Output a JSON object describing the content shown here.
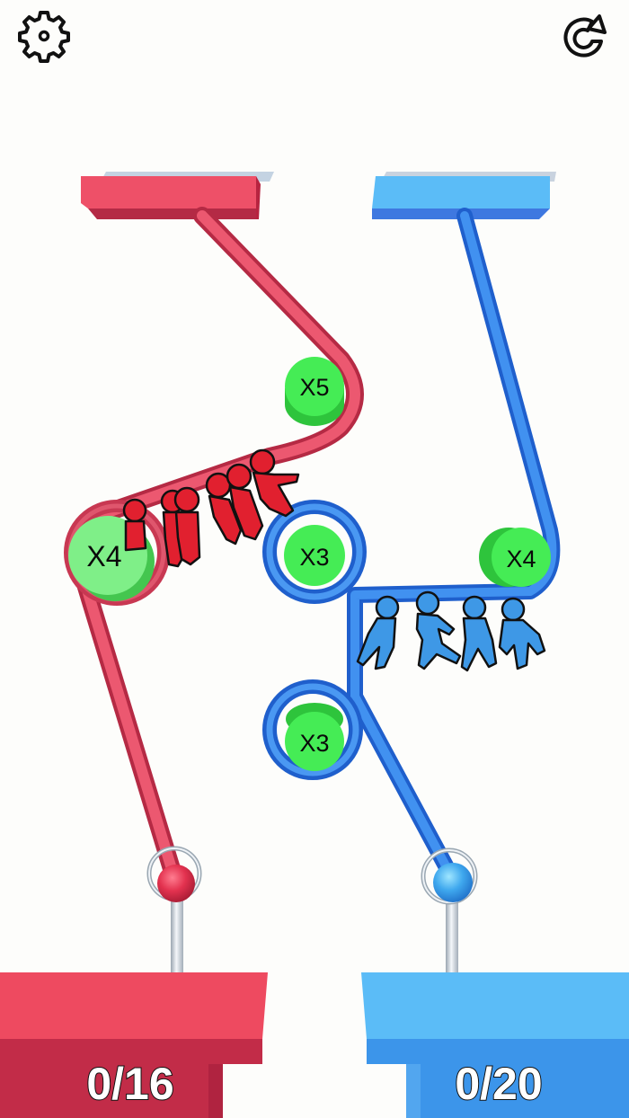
{
  "toolbar": {
    "settings_icon": "gear-icon",
    "restart_icon": "restart-icon"
  },
  "colors": {
    "background": "#fdfdfb",
    "red_rope": "#e0405a",
    "red_platform": "#ee4a60",
    "red_platform_side": "#c22c48",
    "blue_rope": "#2f7fe6",
    "blue_platform": "#5bbcf7",
    "blue_platform_side": "#3c8fe8",
    "multiplier_green": "#45ec55",
    "multiplier_green_dark": "#2ec43c",
    "pin_silver": "#c9d3dc"
  },
  "lanes": [
    {
      "color": "red",
      "start_platform": "red-start-platform",
      "goal_counter": "0/16",
      "collected": 0,
      "target": 16,
      "crowd_count": 6
    },
    {
      "color": "blue",
      "start_platform": "blue-start-platform",
      "goal_counter": "0/20",
      "collected": 0,
      "target": 20,
      "crowd_count": 4
    }
  ],
  "multipliers": [
    {
      "label": "X5",
      "rope": "red"
    },
    {
      "label": "X4",
      "rope": "red"
    },
    {
      "label": "X3",
      "rope": "blue"
    },
    {
      "label": "X4",
      "rope": "blue"
    },
    {
      "label": "X3",
      "rope": "blue"
    }
  ]
}
